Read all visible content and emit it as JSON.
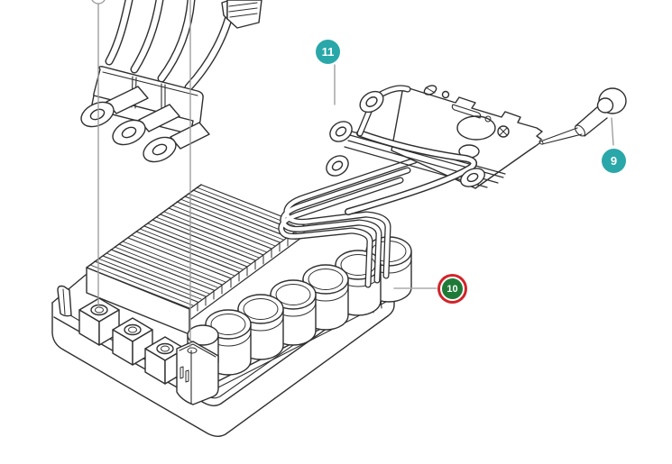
{
  "diagram": {
    "type": "exploded-parts-diagram",
    "background": "#ffffff",
    "line_color": "#2f2f2f",
    "leader_line_color": "#989898",
    "callouts": [
      {
        "number": "11",
        "style": "teal-badge",
        "badge_color": "#2aa7a9",
        "text_color": "#ffffff",
        "highlighted": false
      },
      {
        "number": "9",
        "style": "teal-badge",
        "badge_color": "#2aa7a9",
        "text_color": "#ffffff",
        "highlighted": false
      },
      {
        "number": "10",
        "style": "highlight-badge",
        "badge_color": "#1f7a38",
        "ring_color": "#d2232a",
        "text_color": "#ffffff",
        "highlighted": true
      }
    ]
  }
}
